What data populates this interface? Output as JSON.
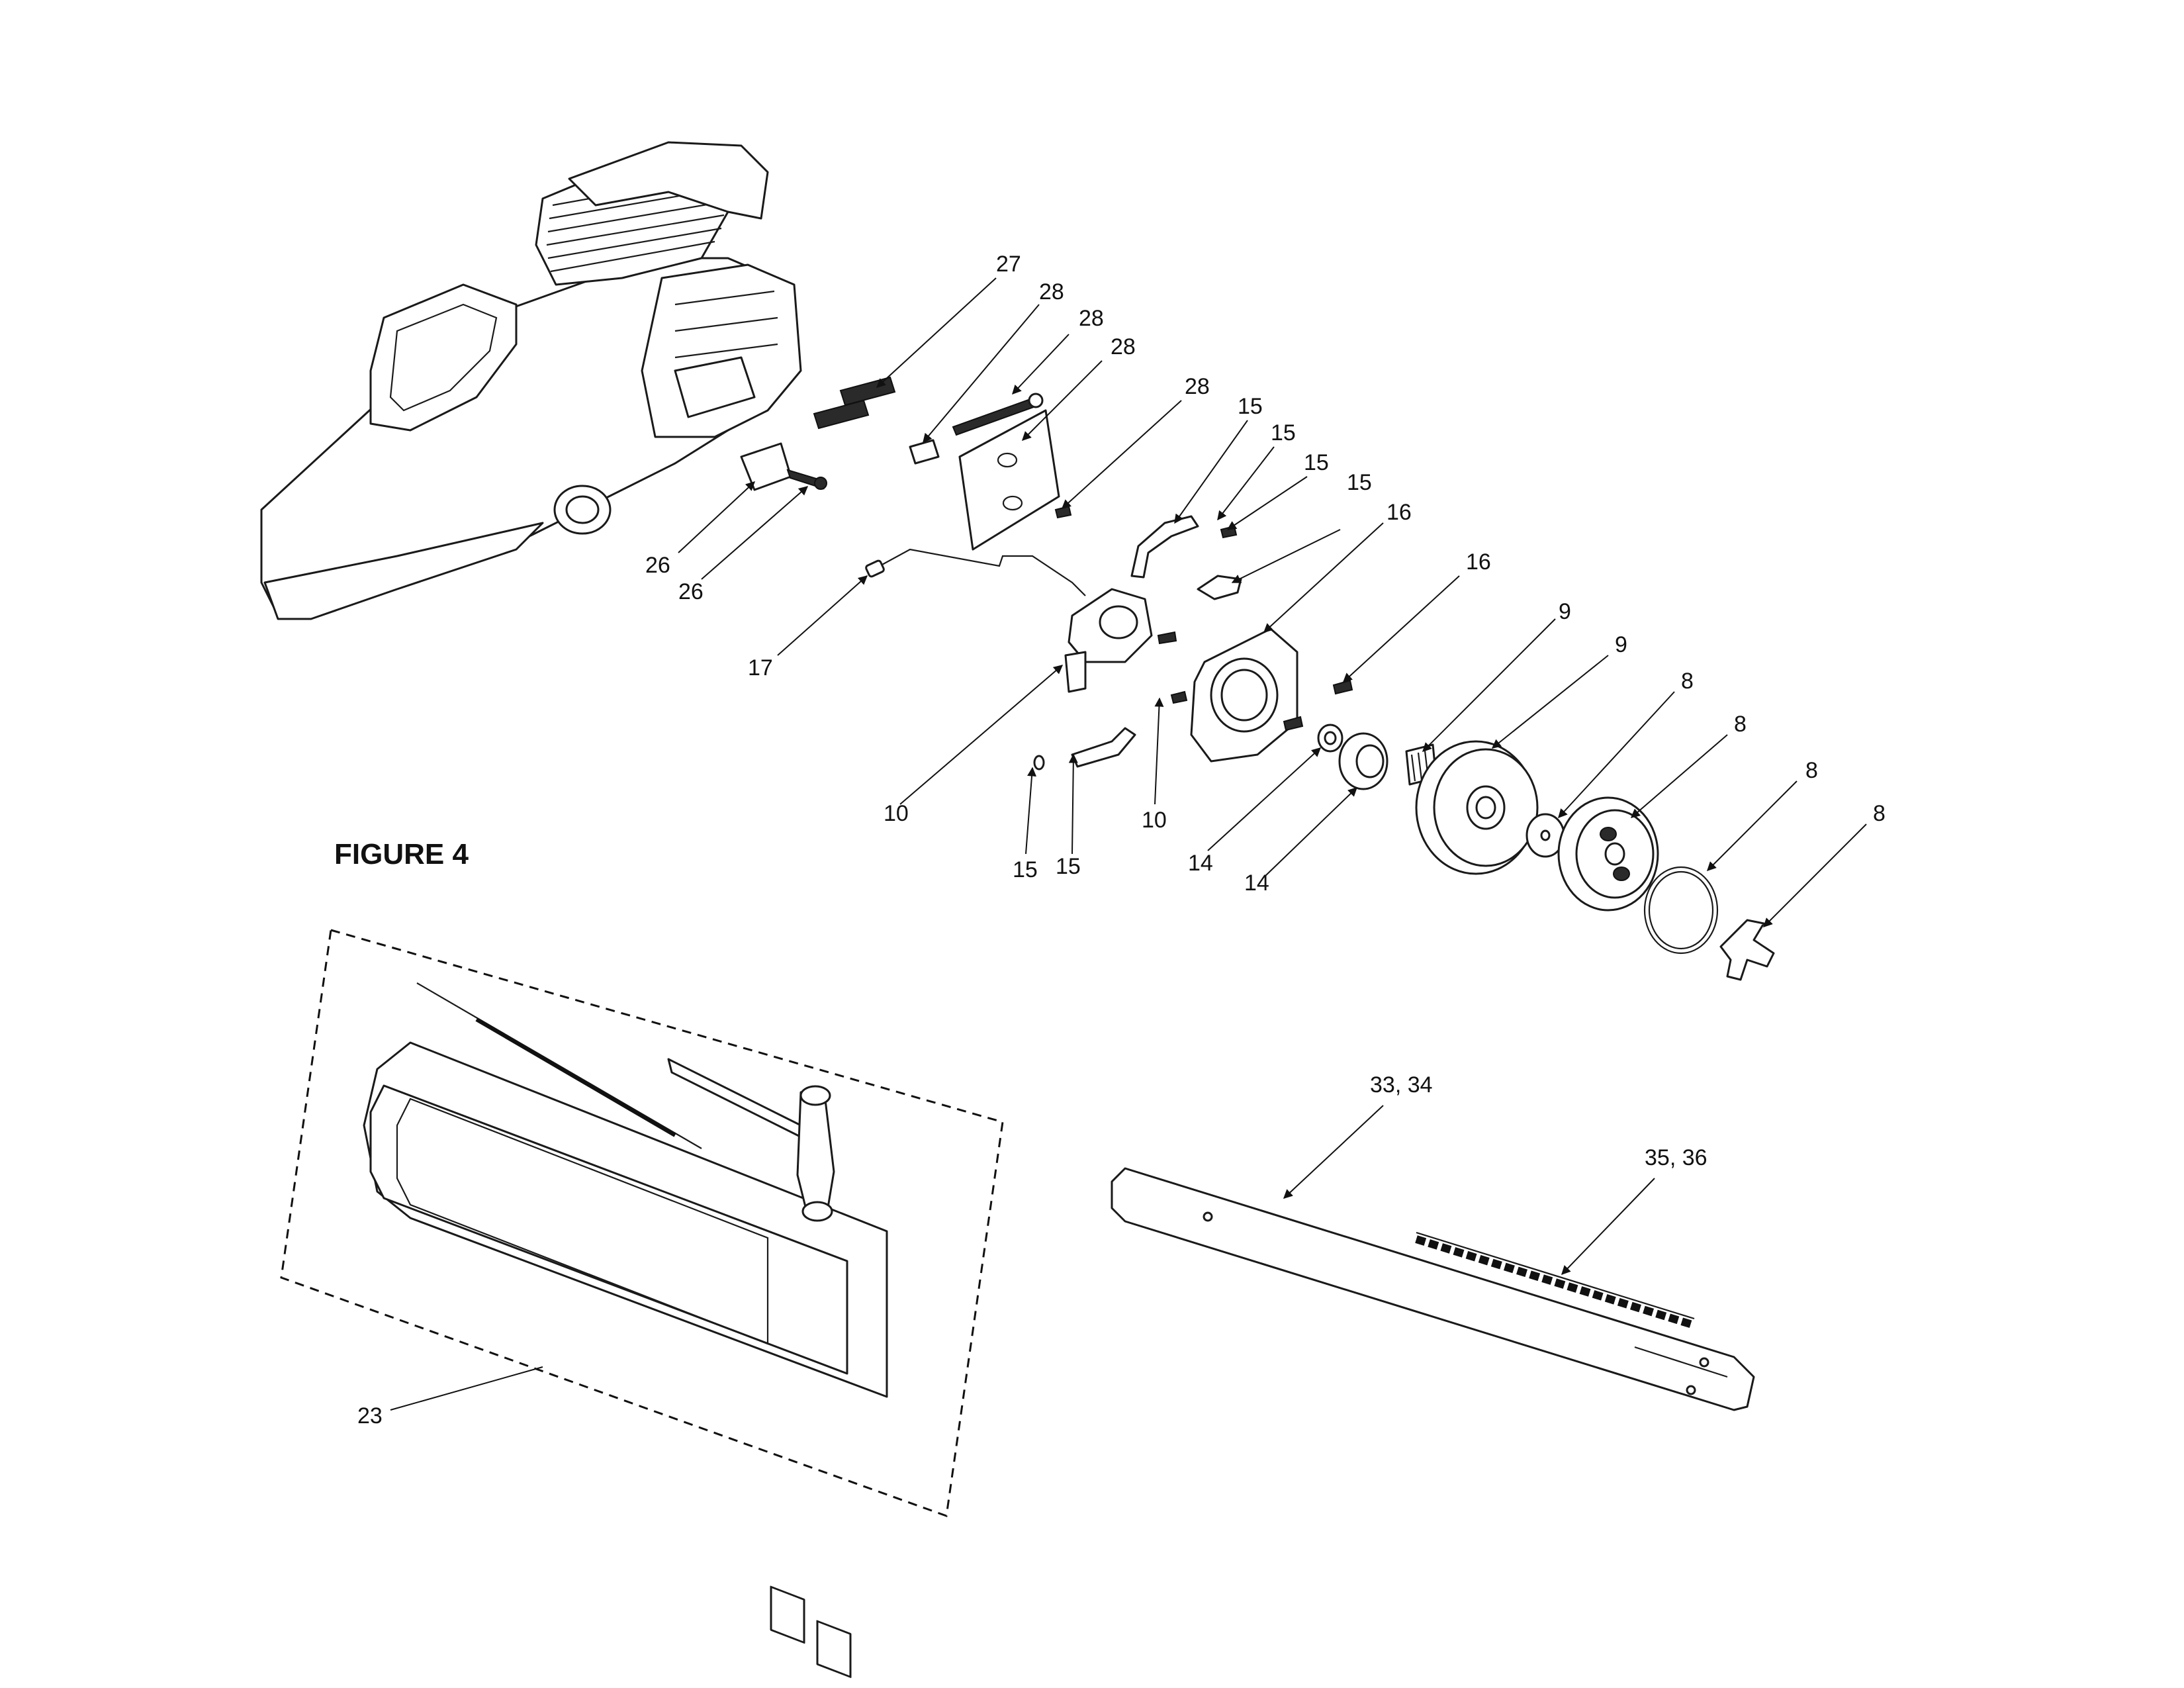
{
  "figure": {
    "title": "FIGURE 4"
  },
  "callouts": {
    "c27": "27",
    "c28a": "28",
    "c28b": "28",
    "c28c": "28",
    "c28d": "28",
    "c26a": "26",
    "c26b": "26",
    "c17": "17",
    "c15a": "15",
    "c15b": "15",
    "c15c": "15",
    "c15d": "15",
    "c15e": "15",
    "c15f": "15",
    "c16a": "16",
    "c16b": "16",
    "c10a": "10",
    "c10b": "10",
    "c14a": "14",
    "c14b": "14",
    "c9a": "9",
    "c9b": "9",
    "c8a": "8",
    "c8b": "8",
    "c8c": "8",
    "c8d": "8",
    "c23": "23",
    "c3334": "33, 34",
    "c3536": "35, 36"
  }
}
